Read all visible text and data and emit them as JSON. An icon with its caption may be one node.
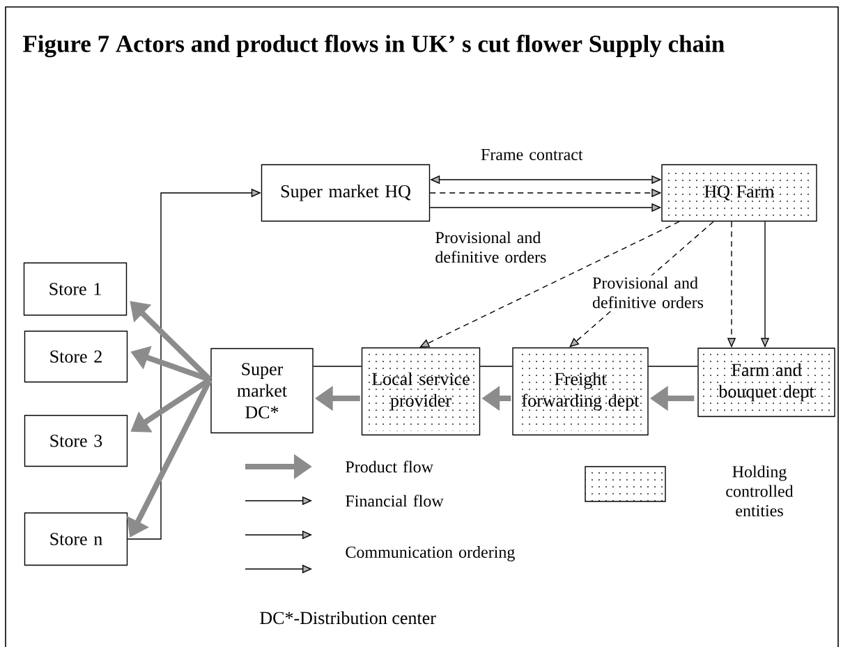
{
  "diagram": {
    "title": "Figure 7  Actors and product flows in UK’ s cut flower Supply chain",
    "nodes": [
      {
        "text": [
          "Super market HQ"
        ]
      },
      {
        "text": [
          "HQ Farm"
        ]
      },
      {
        "text": [
          "Store 1"
        ]
      },
      {
        "text": [
          "Store 2"
        ]
      },
      {
        "text": [
          "Store 3"
        ]
      },
      {
        "text": [
          "Store n"
        ]
      },
      {
        "text": [
          "Super market DC*"
        ]
      },
      {
        "text": [
          "Local service provider"
        ]
      },
      {
        "text": [
          "Freight forwarding dept"
        ]
      },
      {
        "text": [
          "Farm and bouquet dept"
        ]
      }
    ],
    "edges": [
      {
        "from": 0,
        "to": 1,
        "arrow": "both",
        "label": "Frame contract"
      },
      {
        "from": 0,
        "to": 1,
        "arrow": "to",
        "style": "dashed"
      },
      {
        "from": 0,
        "to": 1,
        "arrow": "to",
        "label": "Provisional and definitive orders"
      },
      {
        "from": 1,
        "to": 7,
        "arrow": "to",
        "style": "dashed"
      },
      {
        "from": 1,
        "to": 8,
        "arrow": "to",
        "style": "dashed",
        "label": "Provisional and definitive orders"
      },
      {
        "from": 1,
        "to": 9,
        "arrow": "to",
        "style": "dashed"
      },
      {
        "from": 1,
        "to": 9,
        "arrow": "to"
      },
      {
        "from": 5,
        "to": 0,
        "arrow": "to"
      },
      {
        "from": 6,
        "to": 2,
        "arrow": "to",
        "style": "thick",
        "color": "#8c8c8c"
      },
      {
        "from": 6,
        "to": 3,
        "arrow": "to",
        "style": "thick",
        "color": "#8c8c8c"
      },
      {
        "from": 6,
        "to": 4,
        "arrow": "to",
        "style": "thick",
        "color": "#8c8c8c"
      },
      {
        "from": 6,
        "to": 5,
        "arrow": "to",
        "style": "thick",
        "color": "#8c8c8c"
      },
      {
        "from": 7,
        "to": 6,
        "arrow": "to",
        "style": "thick",
        "color": "#8c8c8c"
      },
      {
        "from": 8,
        "to": 7,
        "arrow": "to",
        "style": "thick",
        "color": "#8c8c8c"
      },
      {
        "from": 9,
        "to": 8,
        "arrow": "to",
        "style": "thick",
        "color": "#8c8c8c"
      },
      {
        "from": 6,
        "to": 7,
        "arrow": "none"
      },
      {
        "from": 7,
        "to": 8,
        "arrow": "none"
      },
      {
        "from": 8,
        "to": 9,
        "arrow": "none"
      }
    ],
    "labels": [
      "DC*-Distribution center"
    ],
    "legend": [
      {
        "text": "Product flow"
      },
      {
        "text": "Financial flow"
      },
      {
        "text": "Communication ordering"
      },
      {
        "text": "Holding controlled entities"
      }
    ]
  }
}
